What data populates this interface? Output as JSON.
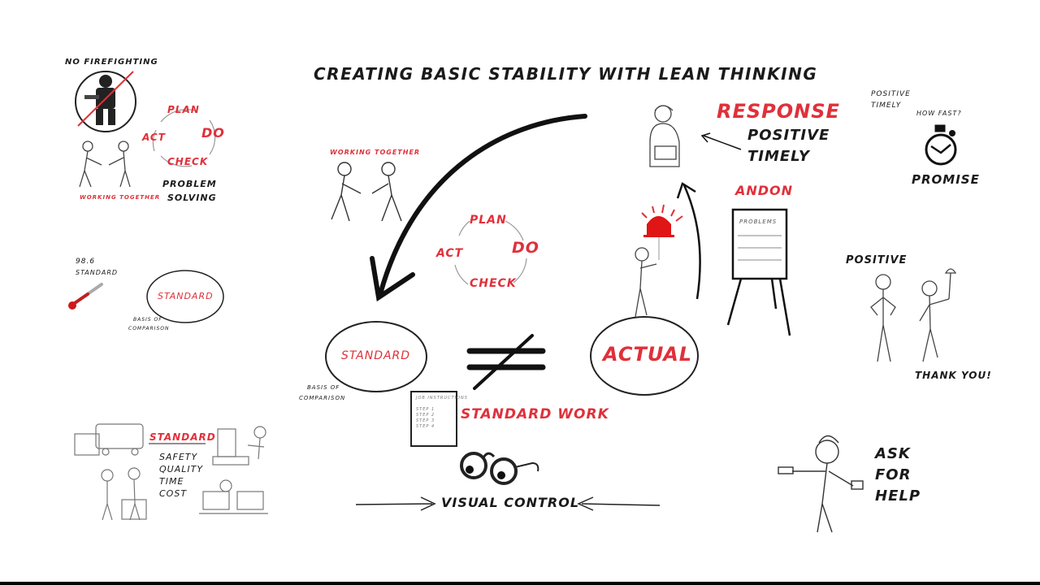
{
  "title": "CREATING BASIC STABILITY WITH LEAN THINKING",
  "colors": {
    "ink": "#1a1a1a",
    "accent": "#e0303a",
    "background": "#ffffff",
    "light_ink": "#999999"
  },
  "left_panel": {
    "top": {
      "no_firefighting": "NO FIREFIGHTING",
      "pdca": {
        "plan": "PLAN",
        "do": "DO",
        "check": "CHECK",
        "act": "ACT"
      },
      "working_together": "WORKING TOGETHER",
      "problem_solving": [
        "PROBLEM",
        "SOLVING"
      ]
    },
    "middle": {
      "thermometer_value": "98.6",
      "thermometer_label": "STANDARD",
      "standard_bubble": "STANDARD",
      "basis": [
        "BASIS OF",
        "COMPARISON"
      ]
    },
    "bottom": {
      "standard": "STANDARD",
      "items": [
        "SAFETY",
        "QUALITY",
        "TIME",
        "COST"
      ]
    }
  },
  "center": {
    "working_together": "WORKING TOGETHER",
    "pdca": {
      "plan": "PLAN",
      "do": "DO",
      "check": "CHECK",
      "act": "ACT"
    },
    "standard_bubble": "STANDARD",
    "basis": [
      "BASIS OF",
      "COMPARISON"
    ],
    "not_equal": "≠",
    "actual_bubble": "ACTUAL",
    "standard_work": "STANDARD WORK",
    "work_sheet": {
      "header": "JOB INSTRUCTIONS",
      "steps": [
        "STEP 1",
        "STEP 2",
        "STEP 3",
        "STEP 4"
      ]
    },
    "visual_control": "VISUAL CONTROL",
    "response": "RESPONSE",
    "response_qualities": [
      "POSITIVE",
      "TIMELY"
    ],
    "andon": "ANDON",
    "board_header": "PROBLEMS"
  },
  "right_panel": {
    "positive_timely": [
      "POSITIVE",
      "TIMELY"
    ],
    "how_fast": "HOW FAST?",
    "promise": "PROMISE",
    "positive": "POSITIVE",
    "thank_you": "THANK YOU!",
    "ask_for_help": [
      "ASK",
      "FOR",
      "HELP"
    ]
  }
}
